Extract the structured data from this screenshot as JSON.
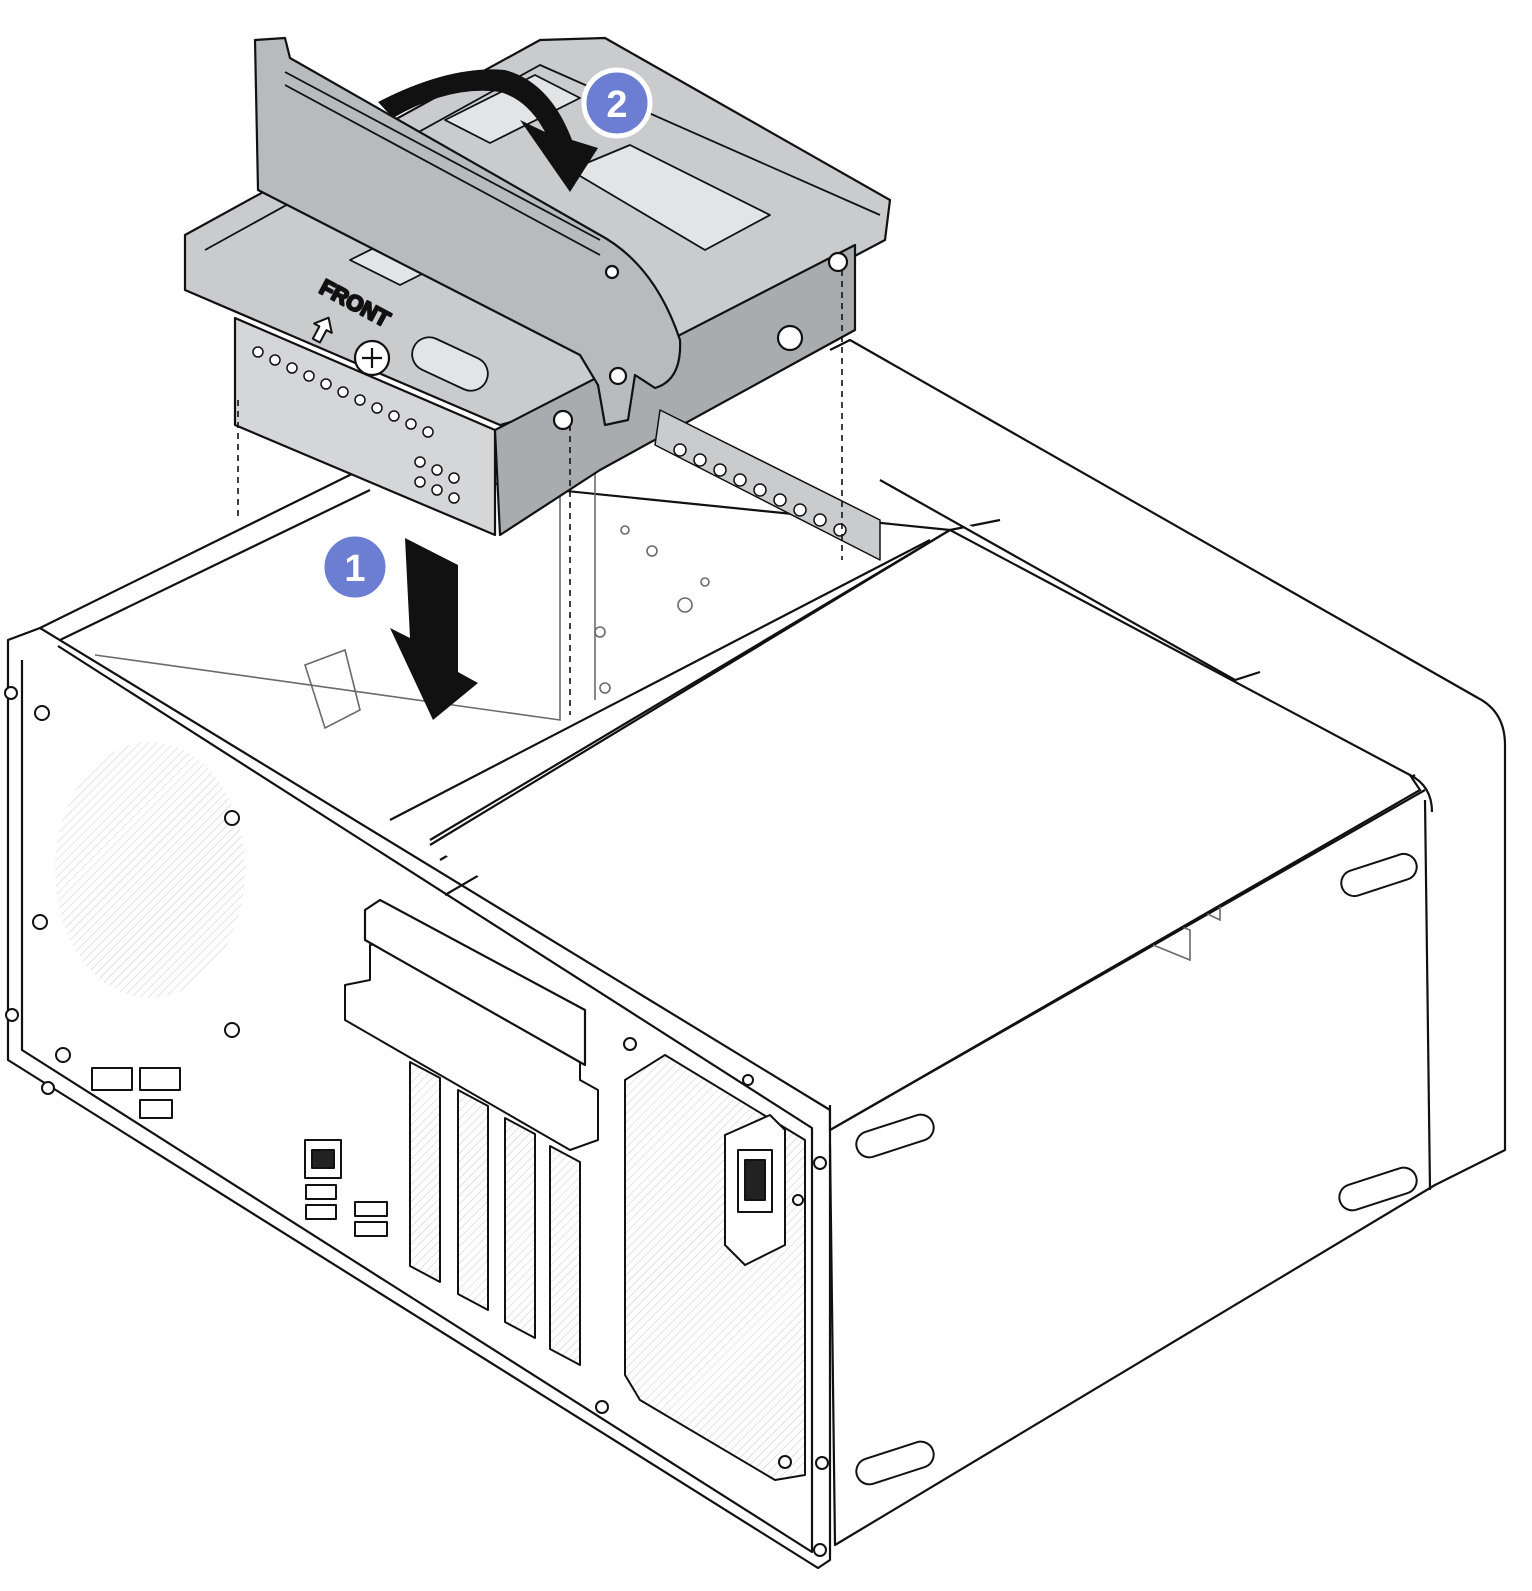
{
  "callouts": [
    {
      "number": "1",
      "meaning": "lower-cage-step"
    },
    {
      "number": "2",
      "meaning": "rotate-handle-step"
    }
  ],
  "cage_label": "FRONT",
  "colors": {
    "callout_fill": "#6b7ed1",
    "callout_ring": "#ffffff",
    "arrow": "#111111",
    "cage_gray": "#c9cbcd",
    "cage_dark": "#a9acaf",
    "line": "#111111"
  },
  "icons": [
    "down-arrow-icon",
    "curved-rotate-arrow-icon",
    "front-arrow-icon",
    "screw-icon",
    "power-socket-icon"
  ]
}
